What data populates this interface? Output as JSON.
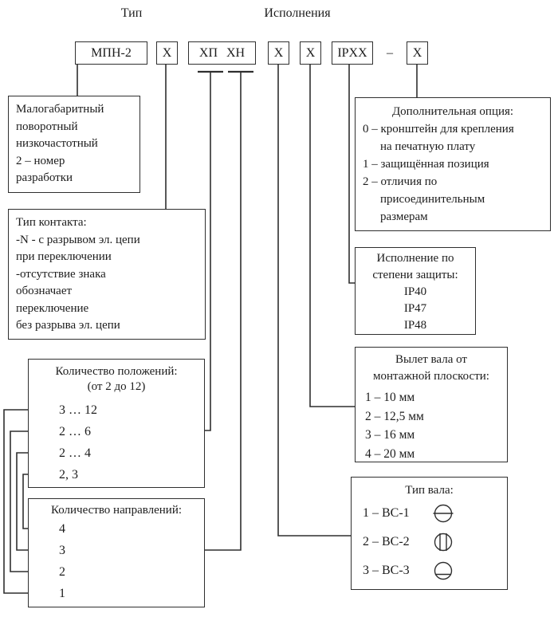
{
  "header": {
    "type_label": "Тип",
    "versions_label": "Исполнения"
  },
  "code": {
    "model": "МПН-2",
    "contact_x": "Х",
    "positions_directions": "ХП ХН",
    "shaft_type_x": "Х",
    "shaft_length_x": "Х",
    "ip": "IPХХ",
    "separator": "–",
    "option_x": "Х"
  },
  "boxes": {
    "device": {
      "lines": [
        "Малогабаритный",
        "поворотный",
        "низкочастотный",
        "2 – номер",
        "разработки"
      ]
    },
    "contact": {
      "lines": [
        "Тип контакта:",
        "-N - с разрывом эл. цепи",
        "при переключении",
        "-отсутствие знака",
        "обозначает",
        "переключение",
        "без разрыва эл. цепи"
      ]
    },
    "positions": {
      "title": "Количество положений:",
      "range": "(от 2 до 12)",
      "items": [
        "3 … 12",
        "2 … 6",
        "2 … 4",
        "2, 3"
      ]
    },
    "directions": {
      "title": "Количество направлений:",
      "items": [
        "4",
        "3",
        "2",
        "1"
      ]
    },
    "option": {
      "title": "Дополнительная опция:",
      "lines": [
        "0 – кронштейн для крепления",
        "на печатную плату",
        "1 – защищённая позиция",
        "2 – отличия по",
        "присоединительным",
        "размерам"
      ]
    },
    "protection": {
      "title_lines": [
        "Исполнение по",
        "степени защиты:"
      ],
      "items": [
        "IP40",
        "IP47",
        "IP48"
      ]
    },
    "shaft_length": {
      "title_lines": [
        "Вылет вала от",
        "монтажной плоскости:"
      ],
      "items": [
        "1 – 10 мм",
        "2 – 12,5 мм",
        "3 – 16 мм",
        "4 – 20 мм"
      ]
    },
    "shaft_type": {
      "title": "Тип вала:",
      "items": [
        {
          "label": "1 – ВС-1",
          "icon": "shaft-slot-icon"
        },
        {
          "label": "2 – ВС-2",
          "icon": "shaft-double-flat-icon"
        },
        {
          "label": "3 – ВС-3",
          "icon": "shaft-single-flat-icon"
        }
      ]
    }
  },
  "colors": {
    "line": "#2f2f2f",
    "text": "#1c1c1c",
    "background": "#ffffff"
  }
}
